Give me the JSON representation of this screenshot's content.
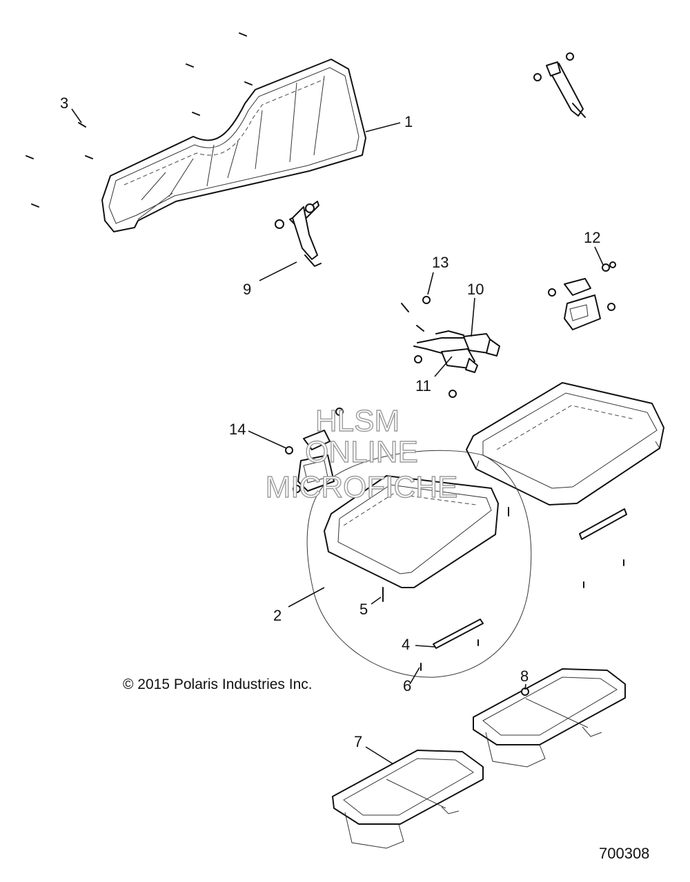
{
  "diagram": {
    "callouts": [
      "1",
      "2",
      "3",
      "4",
      "5",
      "6",
      "7",
      "8",
      "9",
      "10",
      "11",
      "12",
      "13",
      "14"
    ],
    "copyright": "© 2015 Polaris Industries Inc.",
    "diagram_number": "700308"
  },
  "watermark": {
    "line1": "HLSM",
    "line2": "ONLINE",
    "line3": "MICROFICHE"
  }
}
